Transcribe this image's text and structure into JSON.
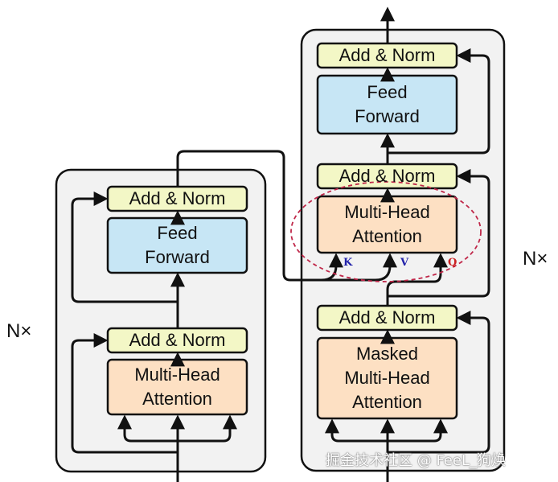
{
  "encoder": {
    "add_norm_top": "Add & Norm",
    "feed_forward": [
      "Feed",
      "Forward"
    ],
    "add_norm_bottom": "Add & Norm",
    "attention": [
      "Multi-Head",
      "Attention"
    ],
    "repeat": "N×"
  },
  "decoder": {
    "add_norm_top": "Add & Norm",
    "feed_forward": [
      "Feed",
      "Forward"
    ],
    "add_norm_mid": "Add & Norm",
    "cross_attention": [
      "Multi-Head",
      "Attention"
    ],
    "add_norm_bottom": "Add & Norm",
    "masked_attention": [
      "Masked",
      "Multi-Head",
      "Attention"
    ],
    "repeat": "N×"
  },
  "inputs": {
    "k": "K",
    "v": "V",
    "q": "Q"
  },
  "colors": {
    "add_norm": "#f3f7c6",
    "feed_forward": "#c7e6f5",
    "attention": "#fde0c3",
    "stack_bg": "#f2f2f2",
    "k": "#2222aa",
    "v": "#2222aa",
    "q": "#cc2222",
    "highlight": "#c0284a"
  },
  "watermark": "掘金技术社区 @ FeeL_狗焕"
}
